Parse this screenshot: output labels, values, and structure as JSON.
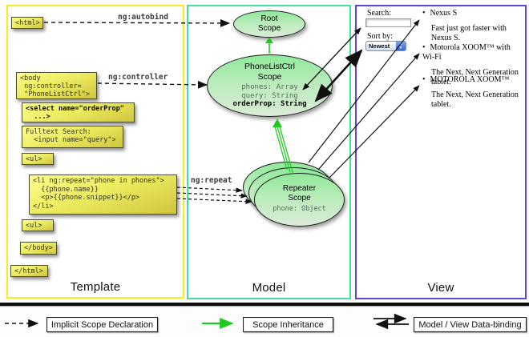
{
  "panels": {
    "template": {
      "label": "Template"
    },
    "model": {
      "label": "Model"
    },
    "view": {
      "label": "View"
    }
  },
  "template_code": {
    "html_open": "<html>",
    "body_open": "<body\n ng:controller=\n \"PhoneListCtrl\">",
    "select_box": "<select name=\"orderProp\"\n  ...>",
    "fulltext_box": "Fulltext Search:\n  <input name=\"query\">",
    "ul_open": "<ul>",
    "li_box": "<li ng:repeat=\"phone in phones\">\n  {{phone.name}}\n  <p>{{phone.snippet}}</p>\n</li>",
    "ul_close": "<ul>",
    "body_close": "</body>",
    "html_close": "</html>"
  },
  "annotations": {
    "autobind": "ng:autobind",
    "controller": "ng:controller",
    "repeat": "ng:repeat"
  },
  "model": {
    "root_scope": {
      "line1": "Root",
      "line2": "Scope"
    },
    "phonelist": {
      "title1": "PhoneListCtrl",
      "title2": "Scope",
      "prop1": "phones: Array",
      "prop2": "query: String",
      "prop3": "orderProp: String"
    },
    "repeater": {
      "title1": "Repeater",
      "title2": "Scope",
      "prop": "phone: Object"
    }
  },
  "view": {
    "search_label": "Search:",
    "sort_label": "Sort by:",
    "sort_value": "Newest",
    "items": [
      {
        "title": "Nexus S",
        "desc": "Fast just got faster with Nexus S."
      },
      {
        "title": "Motorola XOOM™ with Wi-Fi",
        "desc": "The Next, Next Generation tablet."
      },
      {
        "title": "MOTOROLA XOOM™",
        "desc": "The Next, Next Generation tablet."
      }
    ]
  },
  "legend": {
    "implicit": "Implicit Scope Declaration",
    "inheritance": "Scope Inheritance",
    "binding": "Model / View Data-binding"
  },
  "colors": {
    "template_border": "#f2ee20",
    "model_border": "#42e19f",
    "view_border": "#5947d8",
    "code_box_top": "#fdfd8e",
    "code_box_bottom": "#cfc63e",
    "ellipse_top": "#8fe99a",
    "ellipse_bottom": "#dcebd8",
    "inheritance_green": "#1ecb1e",
    "arrow_black": "#111111"
  }
}
